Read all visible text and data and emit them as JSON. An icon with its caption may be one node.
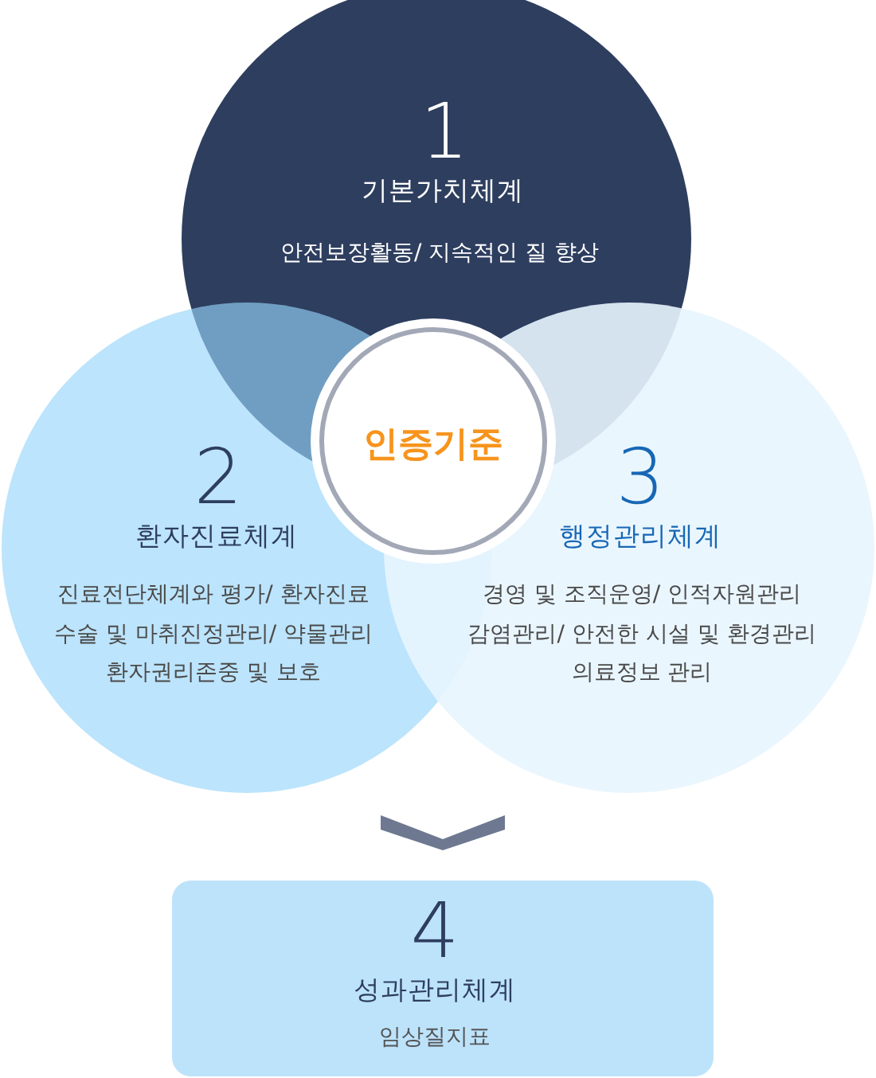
{
  "diagram": {
    "nodes": [
      {
        "text": [
          "1",
          "기본가치체계",
          "안전보장활동/ 지속적인 질 향상"
        ]
      },
      {
        "text": [
          "인증기준"
        ]
      },
      {
        "text": [
          "2",
          "환자진료체계",
          "진료전단체계와 평가/ 환자진료 수술 및 마취진정관리/ 약물관리 환자권리존중 및 보호"
        ]
      },
      {
        "text": [
          "3",
          "행정관리체계",
          "경영 및 조직운영/ 인적자원관리 감염관리/ 안전한 시설 및 환경관리 의료정보 관리"
        ]
      },
      {
        "text": [
          "4",
          "성과관리체계",
          "임상질지표"
        ]
      }
    ],
    "edges": [
      {
        "from": null,
        "to": 4,
        "arrow": "to"
      }
    ]
  }
}
